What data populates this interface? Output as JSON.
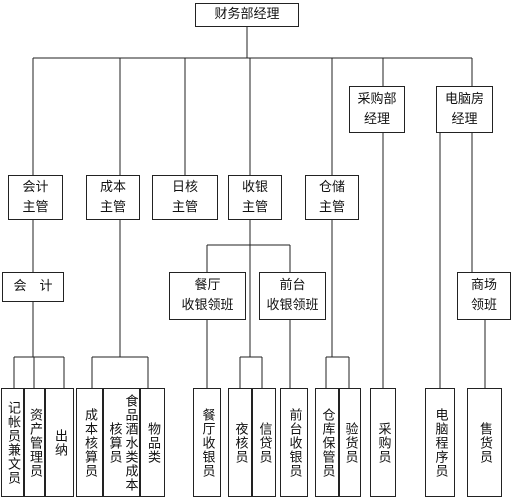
{
  "org_chart": {
    "root": "财务部经理",
    "level2": {
      "purchasing_manager": "采购部\n经理",
      "computer_room_manager": "电脑房\n经理"
    },
    "level3": {
      "accounting_supervisor": "会计\n主管",
      "cost_supervisor": "成本\n主管",
      "audit_supervisor": "日核\n主管",
      "cashier_supervisor": "收银\n主管",
      "storage_supervisor": "仓储\n主管"
    },
    "level4": {
      "accountant": "会　计",
      "restaurant_cashier_leader": "餐厅\n收银领班",
      "front_desk_cashier_leader": "前台\n收银领班",
      "mall_leader": "商场\n领班"
    },
    "staff": {
      "bookkeeper": "记帐员兼文员",
      "asset_manager": "资产管理员",
      "cashier_out": "出纳",
      "cost_accountant": "成本核算员",
      "food_bev_cost_accountant": "食品酒水类成本核算员",
      "goods_category": "物品类",
      "restaurant_cashier": "餐厅收银员",
      "night_auditor": "夜核员",
      "credit_clerk": "信贷员",
      "front_desk_cashier": "前台收银员",
      "storekeeper": "仓库保管员",
      "receiving_clerk": "验货员",
      "buyer": "采购员",
      "computer_programmer": "电脑程序员",
      "salesperson": "售货员"
    }
  }
}
